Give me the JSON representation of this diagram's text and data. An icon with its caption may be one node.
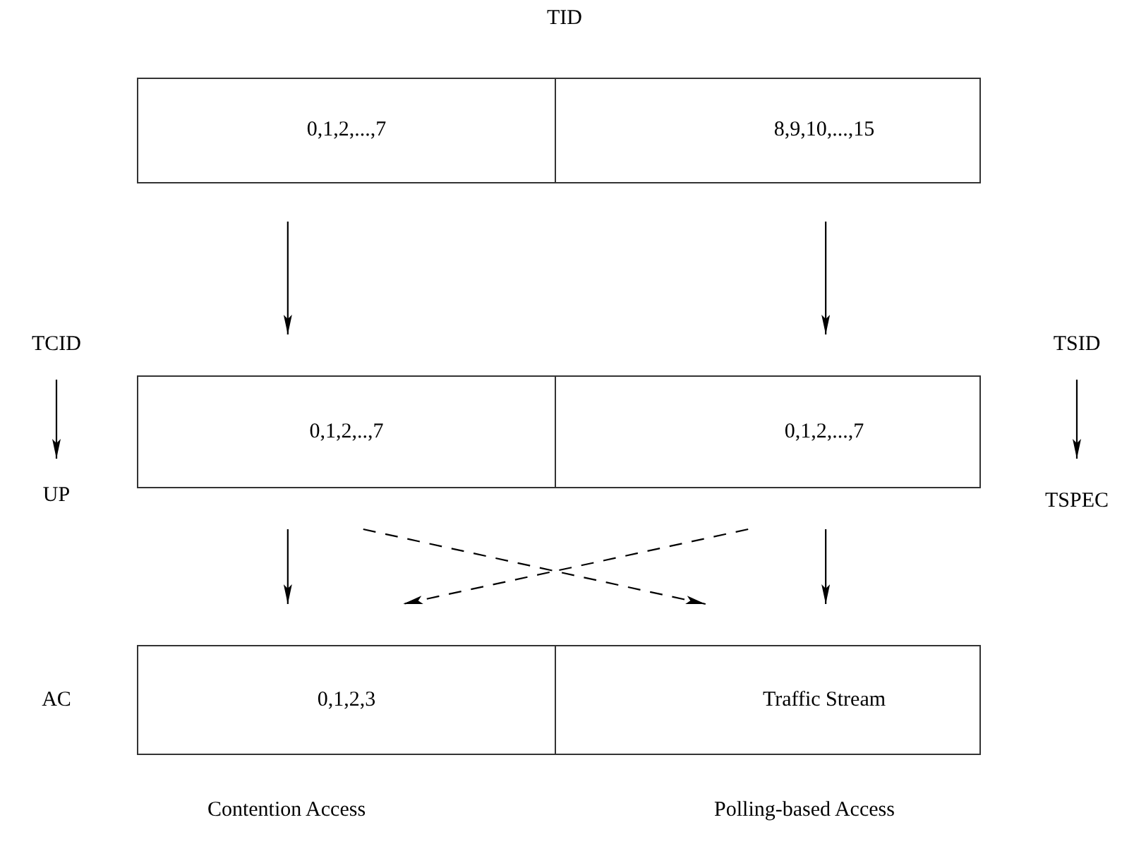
{
  "diagram": {
    "nodes": [
      {
        "text": [
          "0,1,2,...,7"
        ]
      },
      {
        "text": [
          "8,9,10,...,15"
        ]
      },
      {
        "text": [
          "0,1,2,..,7"
        ]
      },
      {
        "text": [
          "0,1,2,...,7"
        ]
      },
      {
        "text": [
          "0,1,2,3"
        ]
      },
      {
        "text": [
          "Traffic Stream"
        ]
      },
      {
        "text": [
          "TCID"
        ]
      },
      {
        "text": [
          "UP"
        ]
      },
      {
        "text": [
          "TSID"
        ]
      },
      {
        "text": [
          "TSPEC"
        ]
      }
    ],
    "edges": [
      {
        "from": 0,
        "to": 2,
        "arrow": "to"
      },
      {
        "from": 1,
        "to": 3,
        "arrow": "to"
      },
      {
        "from": 6,
        "to": 7,
        "arrow": "to"
      },
      {
        "from": 8,
        "to": 9,
        "arrow": "to"
      },
      {
        "from": 2,
        "to": 4,
        "arrow": "to"
      },
      {
        "from": 2,
        "to": 5,
        "arrow": "to",
        "style": "dashed"
      },
      {
        "from": 3,
        "to": 4,
        "arrow": "to",
        "style": "dashed"
      },
      {
        "from": 3,
        "to": 5,
        "arrow": "to"
      }
    ],
    "labels": [
      "TID",
      "AC",
      "Contention Access",
      "Polling-based Access"
    ]
  }
}
